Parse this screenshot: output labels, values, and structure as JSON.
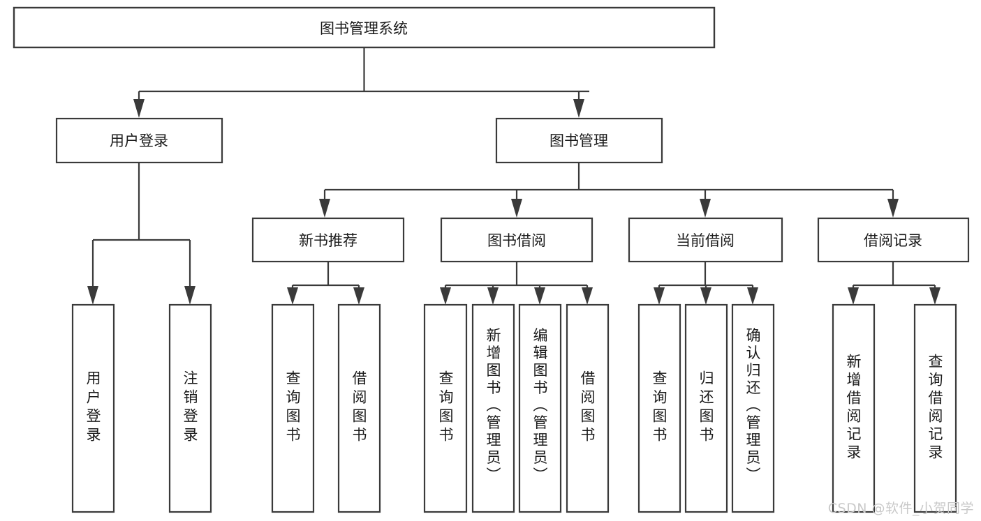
{
  "diagram": {
    "title": "图书管理系统",
    "type": "hierarchy-tree",
    "watermark": "CSDN @软件_小贺同学",
    "colors": {
      "box_stroke": "#3a3a3a",
      "box_fill": "#ffffff",
      "text": "#1a1a1a",
      "background": "#ffffff",
      "watermark": "#c9c9c9"
    },
    "levels": {
      "level1": [
        {
          "id": "root",
          "label": "图书管理系统"
        }
      ],
      "level2": [
        {
          "id": "user-login",
          "label": "用户登录"
        },
        {
          "id": "book-manage",
          "label": "图书管理"
        }
      ],
      "level3": [
        {
          "id": "new-book-recommend",
          "label": "新书推荐",
          "parent": "book-manage"
        },
        {
          "id": "book-borrow",
          "label": "图书借阅",
          "parent": "book-manage"
        },
        {
          "id": "current-borrow",
          "label": "当前借阅",
          "parent": "book-manage"
        },
        {
          "id": "borrow-record",
          "label": "借阅记录",
          "parent": "book-manage"
        }
      ],
      "leaves": [
        {
          "id": "leaf-user-login",
          "label": "用户登录",
          "parent": "user-login"
        },
        {
          "id": "leaf-logout-login",
          "label": "注销登录",
          "parent": "user-login"
        },
        {
          "id": "leaf-query-book-1",
          "label": "查询图书",
          "parent": "new-book-recommend"
        },
        {
          "id": "leaf-borrow-book-1",
          "label": "借阅图书",
          "parent": "new-book-recommend"
        },
        {
          "id": "leaf-query-book-2",
          "label": "查询图书",
          "parent": "book-borrow"
        },
        {
          "id": "leaf-add-book",
          "label": "新增图书（管理员）",
          "parent": "book-borrow"
        },
        {
          "id": "leaf-edit-book",
          "label": "编辑图书（管理员）",
          "parent": "book-borrow"
        },
        {
          "id": "leaf-borrow-book-2",
          "label": "借阅图书",
          "parent": "book-borrow"
        },
        {
          "id": "leaf-query-book-3",
          "label": "查询图书",
          "parent": "current-borrow"
        },
        {
          "id": "leaf-return-book",
          "label": "归还图书",
          "parent": "current-borrow"
        },
        {
          "id": "leaf-confirm-return",
          "label": "确认归还（管理员）",
          "parent": "current-borrow"
        },
        {
          "id": "leaf-add-record",
          "label": "新增借阅记录",
          "parent": "borrow-record"
        },
        {
          "id": "leaf-query-record",
          "label": "查询借阅记录",
          "parent": "borrow-record"
        }
      ]
    }
  }
}
